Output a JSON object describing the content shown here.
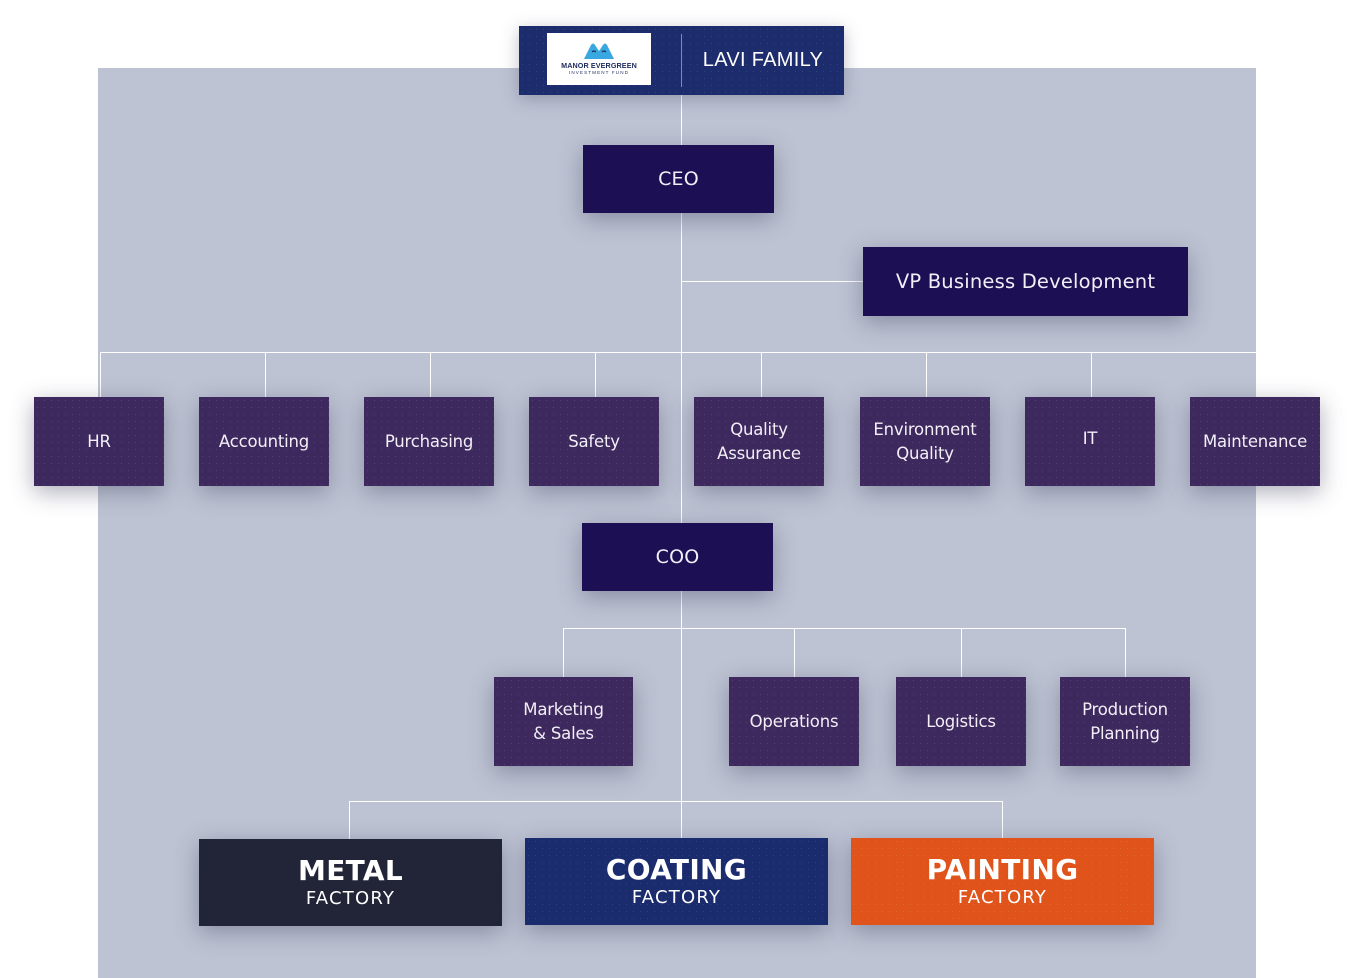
{
  "header": {
    "logo": {
      "name": "MANOR EVERGREEN",
      "subtitle": "INVESTMENT FUND",
      "icon": "mountain-m-logo-icon",
      "color": "#3aa8e0"
    },
    "title": "LAVI FAMILY",
    "background": "#1c2c6c"
  },
  "executives": {
    "ceo": "CEO",
    "vp": "VP Business Development",
    "coo": "COO",
    "color": "#1d0f54"
  },
  "departments": [
    {
      "label": "HR"
    },
    {
      "label": "Accounting"
    },
    {
      "label": "Purchasing"
    },
    {
      "label": "Safety"
    },
    {
      "label": "Quality Assurance"
    },
    {
      "label": "Environment Quality"
    },
    {
      "label": "IT"
    },
    {
      "label": "Maintenance"
    }
  ],
  "coo_units": [
    {
      "label": "Marketing & Sales"
    },
    {
      "label": "Operations"
    },
    {
      "label": "Logistics"
    },
    {
      "label": "Production Planning"
    }
  ],
  "factories": [
    {
      "name": "METAL",
      "sub": "FACTORY",
      "color": "#222437"
    },
    {
      "name": "COATING",
      "sub": "FACTORY",
      "color": "#1a2b6e"
    },
    {
      "name": "PAINTING",
      "sub": "FACTORY",
      "color": "#e0541c"
    }
  ],
  "colors": {
    "panel": "#bdc3d3",
    "department": "#3d295e",
    "connector": "#ffffff"
  }
}
